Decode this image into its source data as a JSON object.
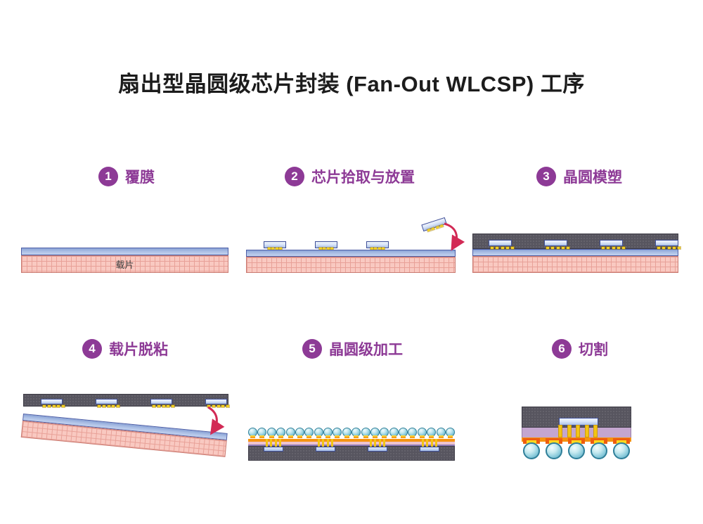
{
  "title": "扇出型晶圆级芯片封装 (Fan-Out WLCSP) 工序",
  "steps": [
    {
      "num": "1",
      "label": "覆膜"
    },
    {
      "num": "2",
      "label": "芯片拾取与放置"
    },
    {
      "num": "3",
      "label": "晶圆模塑"
    },
    {
      "num": "4",
      "label": "载片脱粘"
    },
    {
      "num": "5",
      "label": "晶圆级加工"
    },
    {
      "num": "6",
      "label": "切割"
    }
  ],
  "diagram": {
    "carrier_label": "载片",
    "step2": {
      "chip_count": 3,
      "bumps_per_chip": 4
    },
    "step3": {
      "chip_count": 4,
      "bumps_per_chip": 5
    },
    "step4": {
      "chip_count": 4,
      "bumps_per_chip": 5
    },
    "step5": {
      "chip_count": 4,
      "pillars_per_chip": 4,
      "ball_count": 22
    },
    "step6": {
      "pillar_count": 5,
      "ball_count": 5
    }
  },
  "colors": {
    "accent_purple": "#8d3a96",
    "arrow_red": "#d22a55",
    "molding_dark": "#57555f",
    "carrier_pink": "#f9c9c1",
    "film_blue": "#9ab3de",
    "chip_blue": "#c6d6f0",
    "bump_yellow": "#f2cf1f",
    "ball_teal": "#9fd6e2",
    "rdl_pink": "#ecc3cf",
    "mauve_layer": "#c4a6cf",
    "pad_orange": "#f59310"
  }
}
